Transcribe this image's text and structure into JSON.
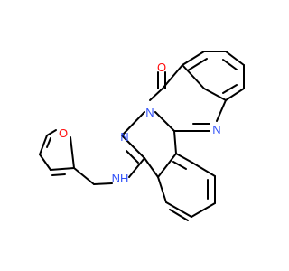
{
  "colors": {
    "background": "#ffffff",
    "bond": "#000000",
    "oxygen": "#ff0d0d",
    "nitrogen": "#3050f8"
  },
  "molecule": {
    "atoms": {
      "carbonyl_oxygen": "O",
      "quinazoline_n_top": "N",
      "bridge_n": "N",
      "pyridazine_n": "N",
      "amine_nh": "NH",
      "furan_oxygen": "O"
    }
  }
}
